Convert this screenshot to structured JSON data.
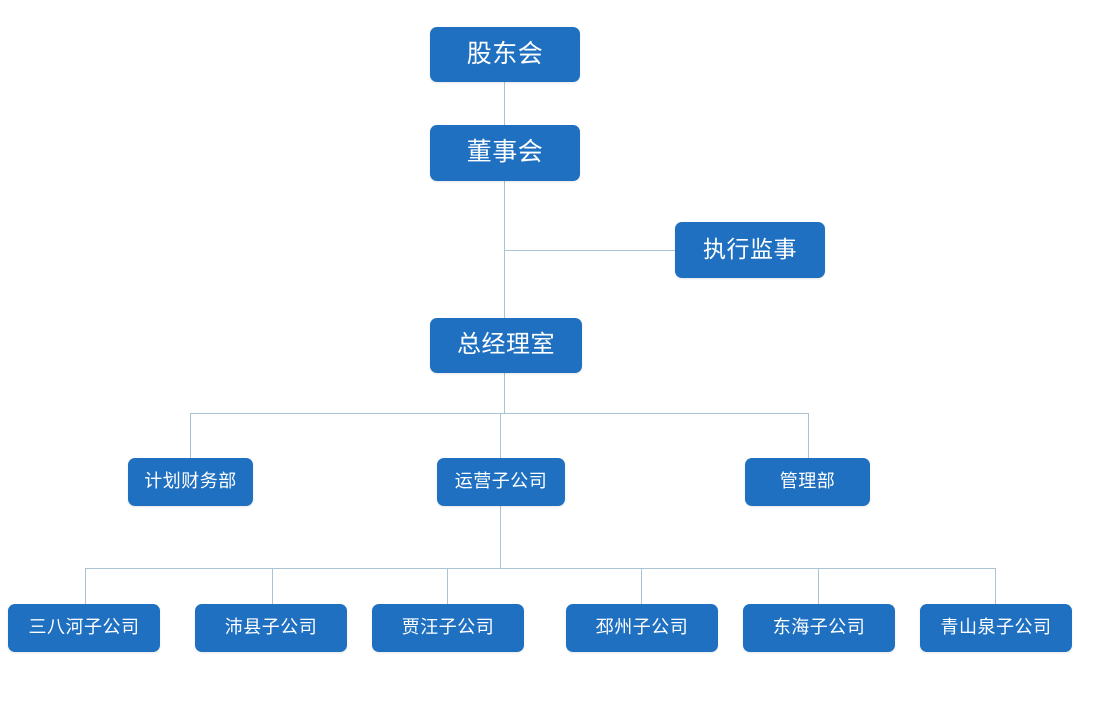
{
  "chart_data": {
    "type": "diagram",
    "diagram_kind": "organization-chart",
    "title": "",
    "orientation": "top-down",
    "node_fill_color": "#1f70c1",
    "node_text_color": "#ffffff",
    "connector_color": "#a9c3d3",
    "background_color": "#ffffff",
    "levels": [
      {
        "level": 1,
        "labels": [
          "股东会"
        ]
      },
      {
        "level": 2,
        "labels": [
          "董事会"
        ]
      },
      {
        "level": 2.5,
        "labels": [
          "执行监事"
        ]
      },
      {
        "level": 3,
        "labels": [
          "总经理室"
        ]
      },
      {
        "level": 4,
        "labels": [
          "计划财务部",
          "运营子公司",
          "管理部"
        ]
      },
      {
        "level": 5,
        "labels": [
          "三八河子公司",
          "沛县子公司",
          "贾汪子公司",
          "邳州子公司",
          "东海子公司",
          "青山泉子公司"
        ]
      }
    ],
    "edges": [
      {
        "from": "股东会",
        "to": "董事会"
      },
      {
        "from": "董事会",
        "to": "执行监事"
      },
      {
        "from": "董事会",
        "to": "总经理室"
      },
      {
        "from": "总经理室",
        "to": "计划财务部"
      },
      {
        "from": "总经理室",
        "to": "运营子公司"
      },
      {
        "from": "总经理室",
        "to": "管理部"
      },
      {
        "from": "运营子公司",
        "to": "三八河子公司"
      },
      {
        "from": "运营子公司",
        "to": "沛县子公司"
      },
      {
        "from": "运营子公司",
        "to": "贾汪子公司"
      },
      {
        "from": "运营子公司",
        "to": "邳州子公司"
      },
      {
        "from": "运营子公司",
        "to": "东海子公司"
      },
      {
        "from": "运营子公司",
        "to": "青山泉子公司"
      }
    ]
  },
  "nodes": {
    "shareholders_meeting": "股东会",
    "board_of_directors": "董事会",
    "executive_supervisor": "执行监事",
    "general_manager_office": "总经理室",
    "planning_finance_dept": "计划财务部",
    "operations_subsidiary": "运营子公司",
    "management_dept": "管理部",
    "sub_sanbahe": "三八河子公司",
    "sub_peixian": "沛县子公司",
    "sub_jiawang": "贾汪子公司",
    "sub_pizhou": "邳州子公司",
    "sub_donghai": "东海子公司",
    "sub_qingshanquan": "青山泉子公司"
  }
}
